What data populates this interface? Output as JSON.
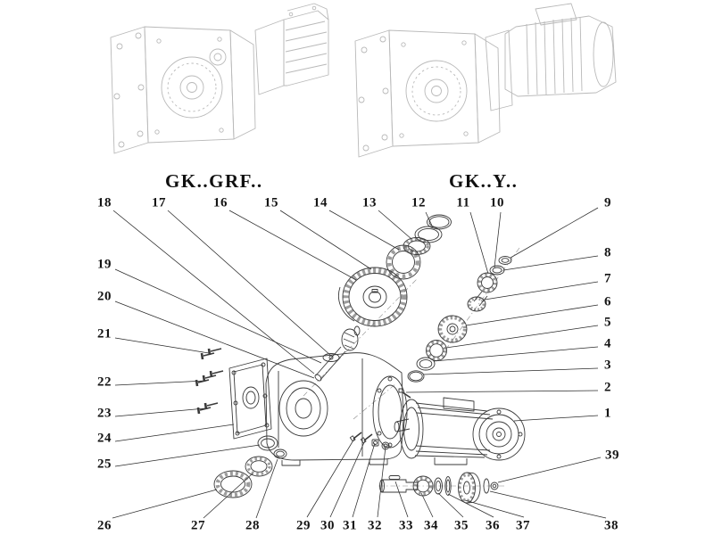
{
  "page": {
    "background": "#ffffff",
    "diagram_line_color": "#3a3a3a",
    "faint_line_color": "#bbbbbb",
    "text_color": "#111111"
  },
  "variant_labels": {
    "left": "GK..GRF..",
    "right": "GK..Y.."
  },
  "part_numbers": {
    "p1": "1",
    "p2": "2",
    "p3": "3",
    "p4": "4",
    "p5": "5",
    "p6": "6",
    "p7": "7",
    "p8": "8",
    "p9": "9",
    "p10": "10",
    "p11": "11",
    "p12": "12",
    "p13": "13",
    "p14": "14",
    "p15": "15",
    "p16": "16",
    "p17": "17",
    "p18": "18",
    "p19": "19",
    "p20": "20",
    "p21": "21",
    "p22": "22",
    "p23": "23",
    "p24": "24",
    "p25": "25",
    "p26": "26",
    "p27": "27",
    "p28": "28",
    "p29": "29",
    "p30": "30",
    "p31": "31",
    "p32": "32",
    "p33": "33",
    "p34": "34",
    "p35": "35",
    "p36": "36",
    "p37": "37",
    "p38": "38",
    "p39": "39"
  }
}
